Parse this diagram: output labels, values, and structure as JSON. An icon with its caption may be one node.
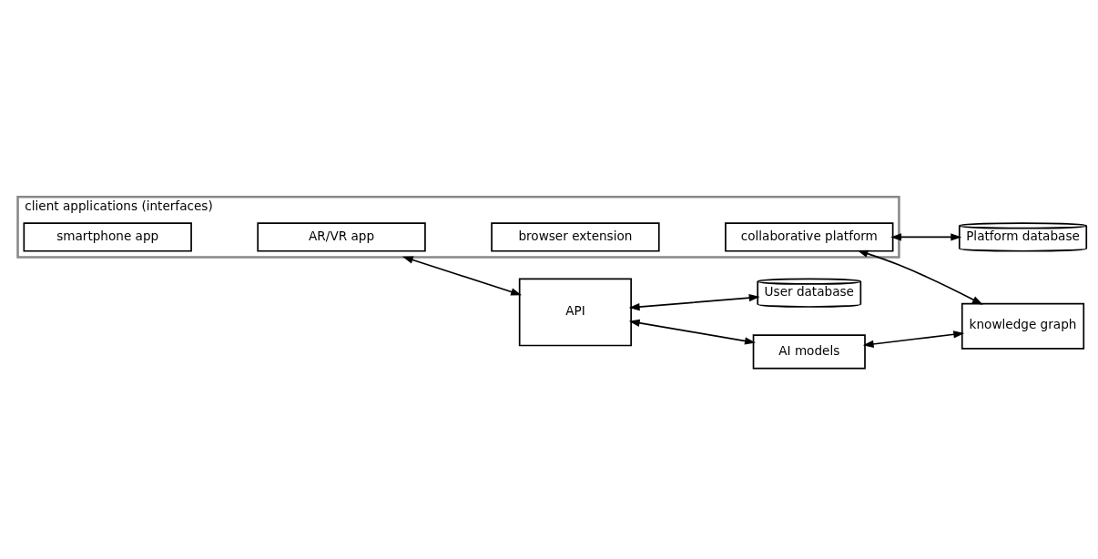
{
  "diagram": {
    "nodes": [
      {
        "text": [
          "client applications (interfaces)"
        ]
      },
      {
        "text": [
          "smartphone app"
        ],
        "in": 0
      },
      {
        "text": [
          "AR/VR app"
        ],
        "in": 0
      },
      {
        "text": [
          "browser extension"
        ],
        "in": 0
      },
      {
        "text": [
          "collaborative platform"
        ],
        "in": 0
      },
      {
        "text": [
          "User database"
        ]
      },
      {
        "text": [
          "API"
        ]
      },
      {
        "text": [
          "AI models"
        ]
      },
      {
        "text": [
          "knowledge graph"
        ]
      },
      {
        "text": [
          "Platform database"
        ]
      }
    ],
    "edges": [
      {
        "from": 0,
        "to": 6,
        "arrow": "both"
      },
      {
        "from": 6,
        "to": 5,
        "arrow": "both"
      },
      {
        "from": 6,
        "to": 7,
        "arrow": "both"
      },
      {
        "from": 7,
        "to": 8,
        "arrow": "both"
      },
      {
        "from": 4,
        "to": 8,
        "arrow": "both"
      },
      {
        "from": 4,
        "to": 9,
        "arrow": "both"
      }
    ]
  }
}
